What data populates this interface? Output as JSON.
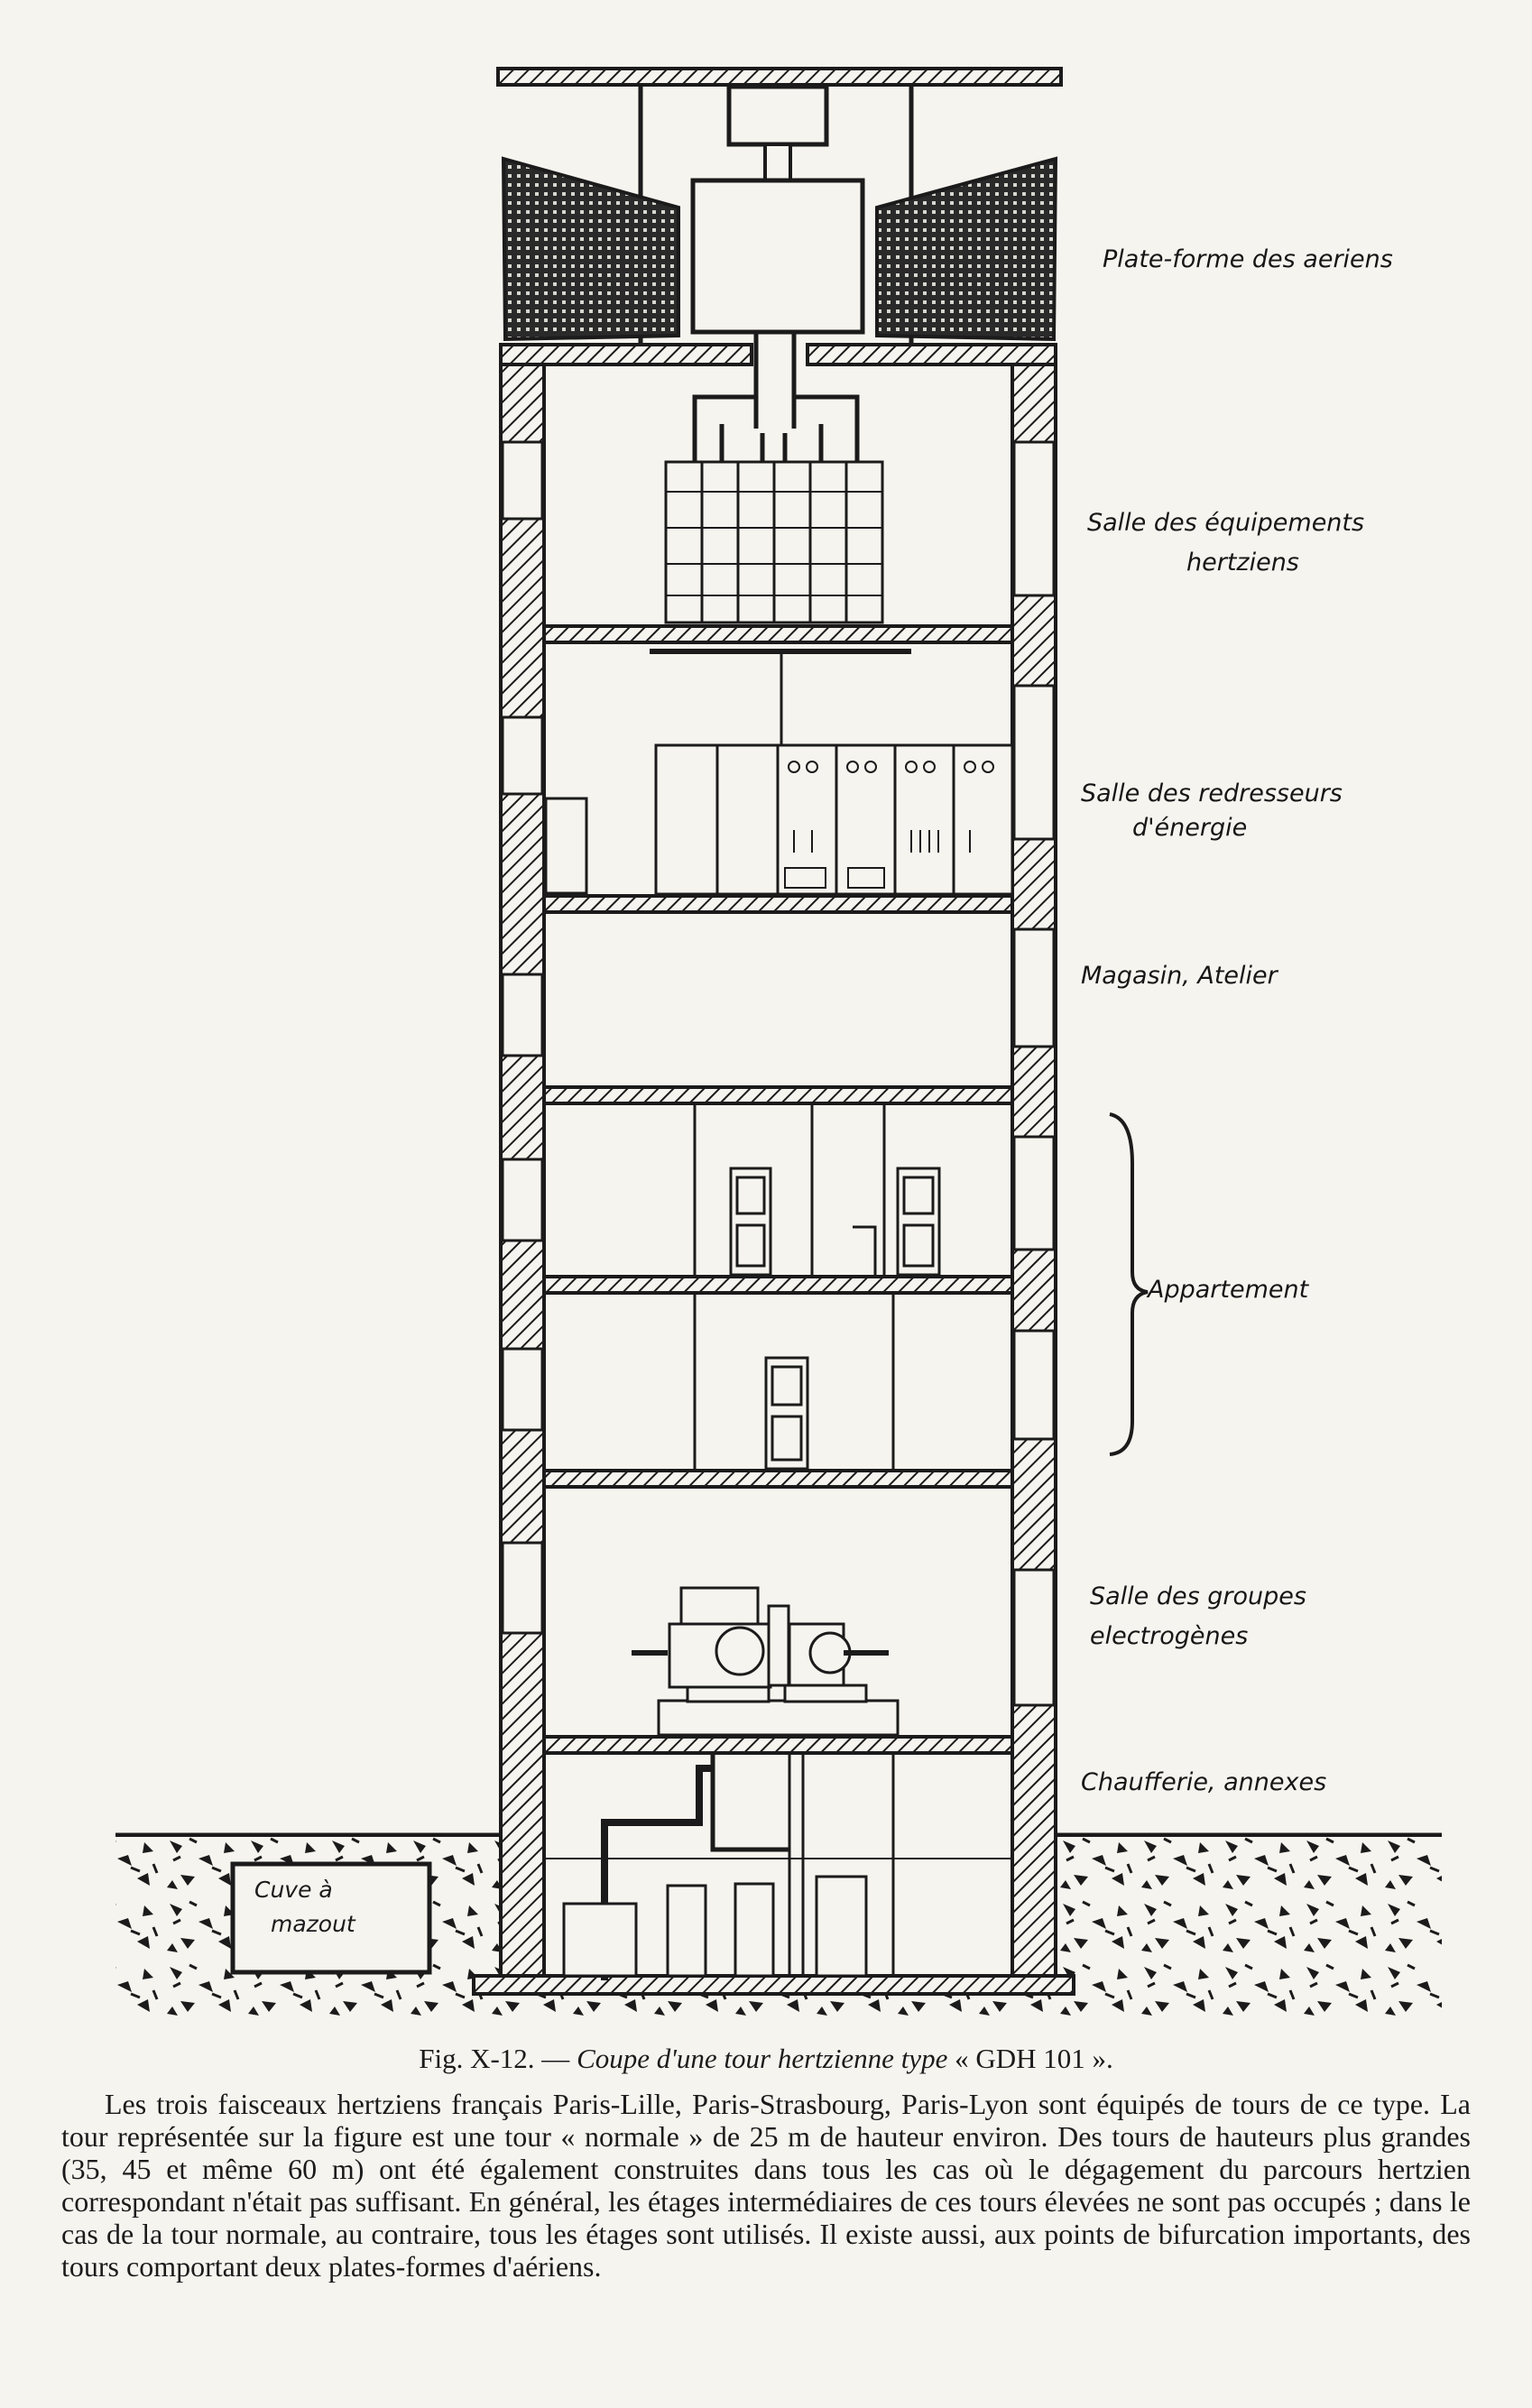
{
  "figure": {
    "labels": {
      "antenna_platform": "Plate-forme des aeriens",
      "radio_equipment_room": [
        "Salle des équipements",
        "hertziens"
      ],
      "rectifier_room": [
        "Salle des redresseurs",
        "d'énergie"
      ],
      "storage_workshop": "Magasin, Atelier",
      "apartment": "Appartement",
      "generator_room": [
        "Salle des groupes",
        "electrogènes"
      ],
      "boiler_room": "Chaufferie, annexes",
      "fuel_tank": [
        "Cuve à",
        "mazout"
      ]
    }
  },
  "caption": {
    "prefix": "Fig. X-12. — ",
    "title": "Coupe d'une tour hertzienne type",
    "model": " « GDH 101 »."
  },
  "body_text": "Les trois faisceaux hertziens français Paris-Lille, Paris-Strasbourg, Paris-Lyon sont équipés de tours de ce type. La tour représentée sur la figure est une tour « normale » de 25 m de hauteur environ. Des tours de hauteurs plus grandes (35, 45 et même 60 m) ont été également construites dans tous les cas où le dégagement du parcours hertzien correspondant n'était pas suffisant. En général, les étages intermédiaires de ces tours élevées ne sont pas occupés ; dans le cas de la tour normale, au contraire, tous les étages sont utilisés. Il existe aussi, aux points de bifurcation importants, des tours comportant deux plates-formes d'aériens."
}
